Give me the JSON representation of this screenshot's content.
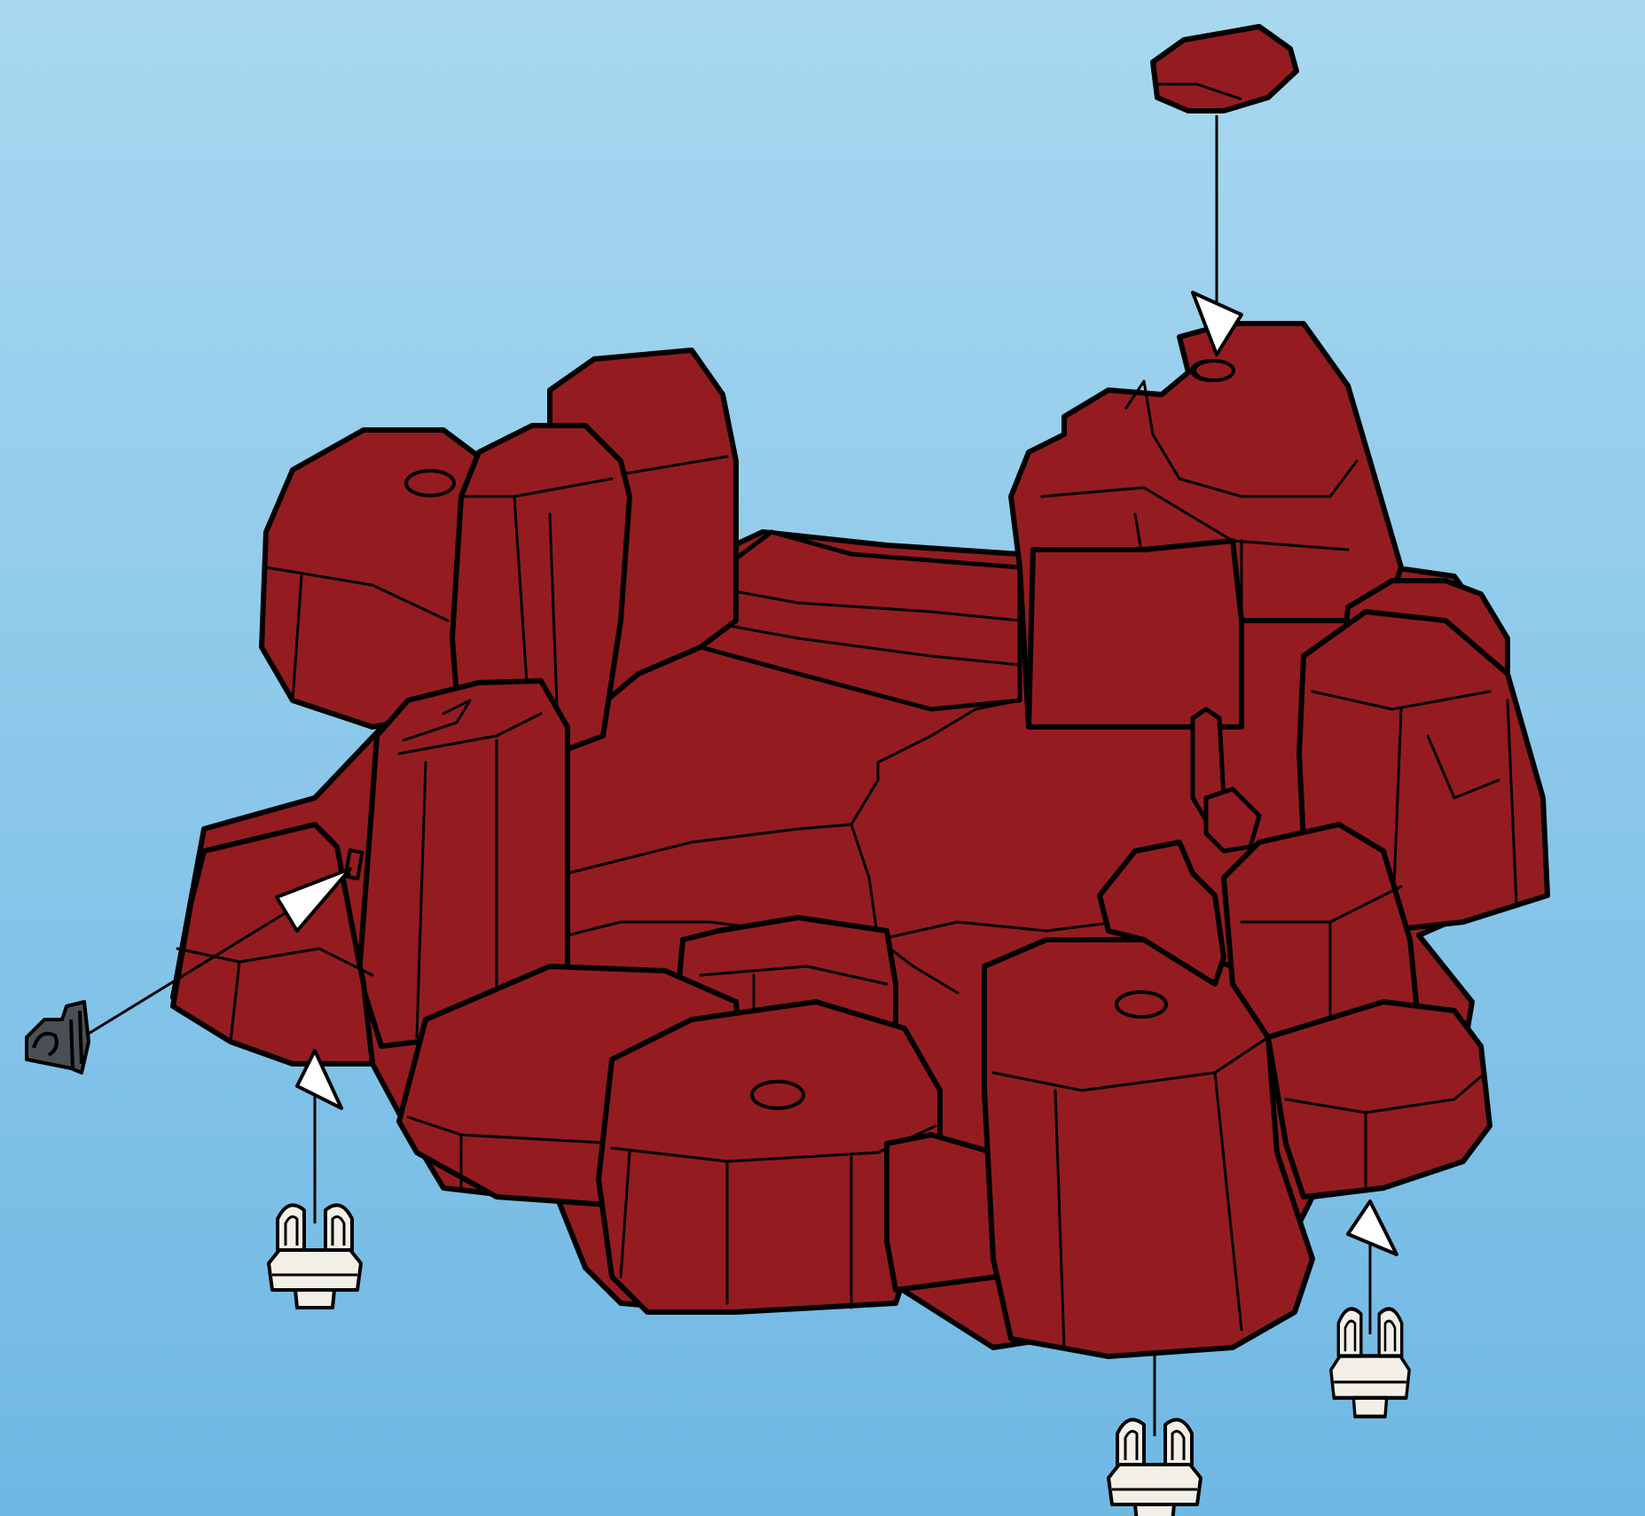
{
  "diagram": {
    "kind": "assembly-instruction",
    "background": {
      "top_color": "#a8d8f0",
      "bottom_color": "#6fb8e4"
    },
    "colors": {
      "rock_fill": "#941c20",
      "outline": "#000000",
      "clip_fill": "#f2efe6",
      "hook_fill": "#4a4f55",
      "arrow_fill": "#ffffff"
    },
    "parts": [
      {
        "name": "rock-base",
        "icon": "rock-island-base"
      },
      {
        "name": "rock-cap",
        "icon": "rock-cap-piece"
      },
      {
        "name": "black-hook",
        "icon": "hook-clip"
      },
      {
        "name": "white-clip-left",
        "icon": "u-clip"
      },
      {
        "name": "white-clip-center",
        "icon": "u-clip"
      },
      {
        "name": "white-clip-right",
        "icon": "u-clip"
      }
    ],
    "arrows": [
      {
        "name": "arrow-cap-down",
        "direction": "down"
      },
      {
        "name": "arrow-hook",
        "direction": "up-right"
      },
      {
        "name": "arrow-clip-left",
        "direction": "up"
      },
      {
        "name": "arrow-clip-center",
        "direction": "up"
      },
      {
        "name": "arrow-clip-right",
        "direction": "up"
      }
    ]
  }
}
